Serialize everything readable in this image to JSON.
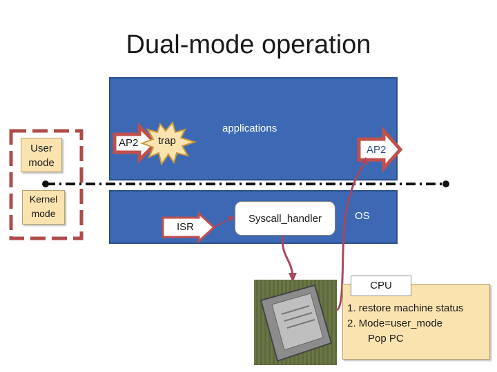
{
  "title": "Dual-mode operation",
  "modes": {
    "user": [
      "User",
      "mode"
    ],
    "kernel": [
      "Kernel",
      "mode"
    ]
  },
  "labels": {
    "ap2_left": "AP2",
    "trap": "trap",
    "applications": "applications",
    "ap2_right": "AP2",
    "isr": "ISR",
    "syscall_handler": "Syscall_handler",
    "os": "OS",
    "cpu": "CPU"
  },
  "cpu_steps": [
    "1.  restore machine status",
    "2.  Mode=user_mode",
    "Pop PC"
  ],
  "colors": {
    "blue_panel": "#3d69b4",
    "red_arrow": "#c0504d",
    "dashed_box": "#b04a4a",
    "note_fill": "#fbe3b0",
    "connector": "#a8485e"
  }
}
